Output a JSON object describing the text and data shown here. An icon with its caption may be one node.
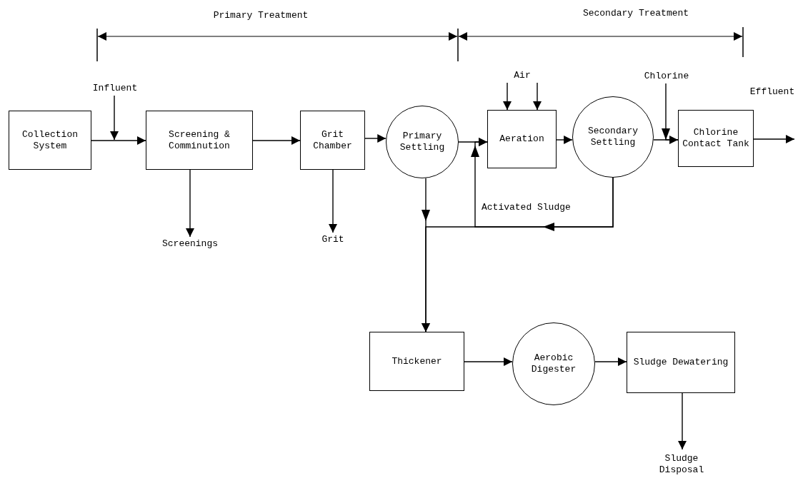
{
  "diagram": {
    "nodes": [
      {
        "text": [
          "Collection System"
        ]
      },
      {
        "text": [
          "Screening & Comminution"
        ]
      },
      {
        "text": [
          "Grit Chamber"
        ]
      },
      {
        "text": [
          "Primary Settling"
        ]
      },
      {
        "text": [
          "Aeration"
        ]
      },
      {
        "text": [
          "Secondary Settling"
        ]
      },
      {
        "text": [
          "Chlorine Contact Tank"
        ]
      },
      {
        "text": [
          "Thickener"
        ]
      },
      {
        "text": [
          "Aerobic Digester"
        ]
      },
      {
        "text": [
          "Sludge Dewatering"
        ]
      },
      {
        "text": [
          "Influent"
        ]
      },
      {
        "text": [
          "Screenings"
        ]
      },
      {
        "text": [
          "Grit"
        ]
      },
      {
        "text": [
          "Air"
        ]
      },
      {
        "text": [
          "Chlorine"
        ]
      },
      {
        "text": [
          "Sludge Disposal"
        ]
      }
    ],
    "edges": [
      {
        "from": 0,
        "to": 1,
        "arrow": "to"
      },
      {
        "from": 10,
        "to": null,
        "arrow": "to"
      },
      {
        "from": 1,
        "to": 2,
        "arrow": "to"
      },
      {
        "from": 1,
        "to": 11,
        "arrow": "to"
      },
      {
        "from": 2,
        "to": 3,
        "arrow": "to"
      },
      {
        "from": 2,
        "to": 12,
        "arrow": "to"
      },
      {
        "from": 3,
        "to": 4,
        "arrow": "to"
      },
      {
        "from": 13,
        "to": 4,
        "arrow": "to"
      },
      {
        "from": 13,
        "to": 4,
        "arrow": "to"
      },
      {
        "from": 4,
        "to": 5,
        "arrow": "to"
      },
      {
        "from": 5,
        "to": 6,
        "arrow": "none"
      },
      {
        "from": 14,
        "to": 6,
        "arrow": "to"
      },
      {
        "from": 6,
        "to": null,
        "arrow": "to"
      },
      {
        "from": 5,
        "to": 4,
        "arrow": "to",
        "label": "Activated Sludge"
      },
      {
        "from": 5,
        "to": 7,
        "arrow": "to"
      },
      {
        "from": 3,
        "to": 7,
        "arrow": "to"
      },
      {
        "from": 7,
        "to": 8,
        "arrow": "to"
      },
      {
        "from": 8,
        "to": 9,
        "arrow": "to"
      },
      {
        "from": 9,
        "to": 15,
        "arrow": "to"
      }
    ],
    "labels": [
      "Primary Treatment",
      "Secondary Treatment",
      "Effluent"
    ]
  }
}
